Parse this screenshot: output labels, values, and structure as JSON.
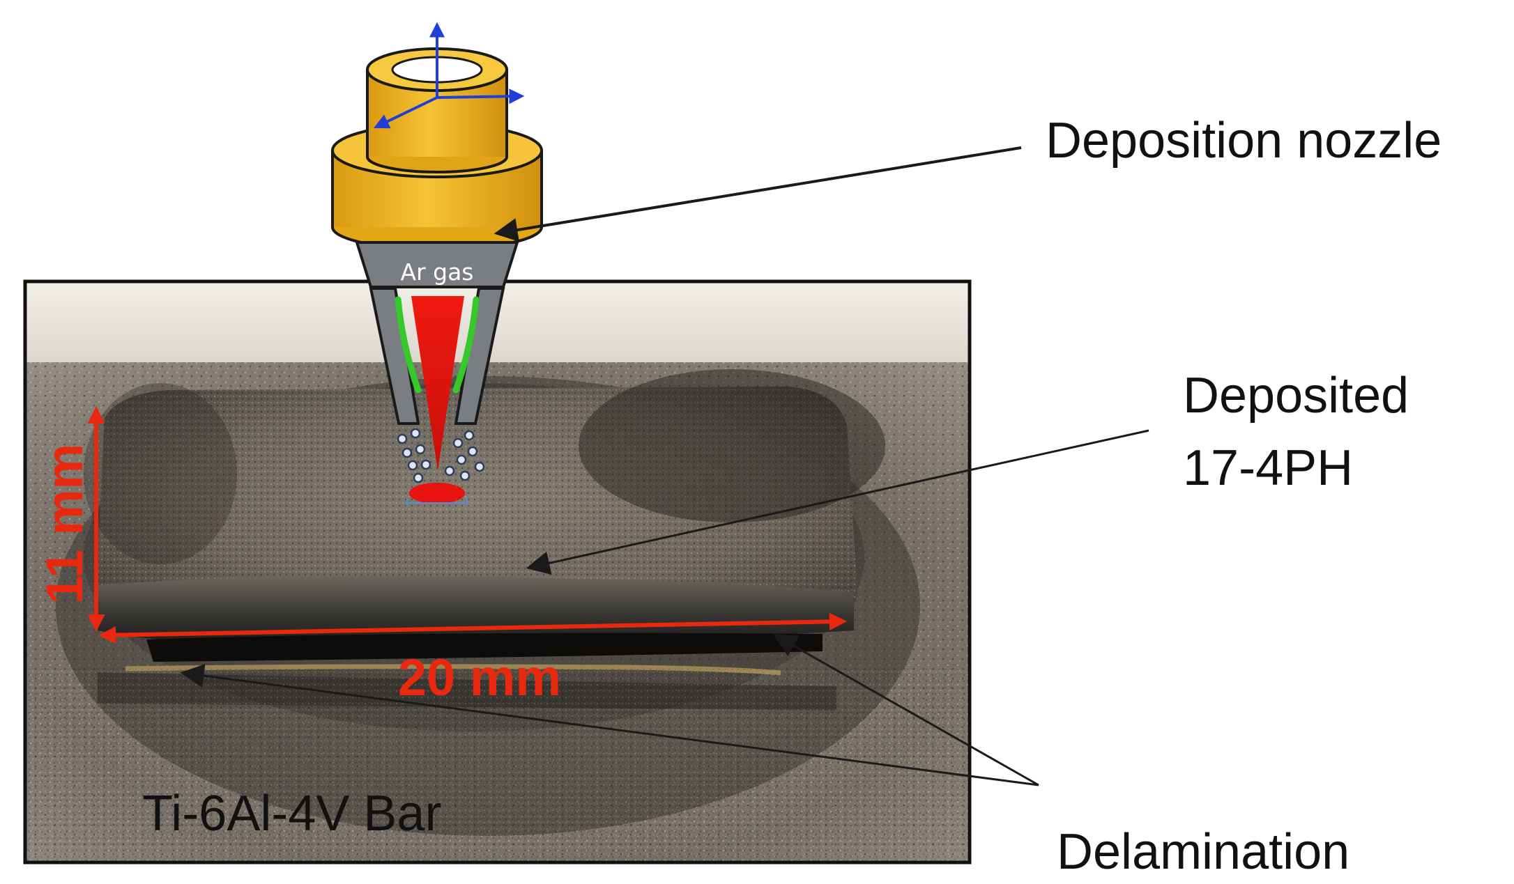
{
  "labels": {
    "nozzle": "Deposition nozzle",
    "deposited_line1": "Deposited",
    "deposited_line2": "17-4PH",
    "delamination": "Delamination",
    "substrate": "Ti-6Al-4V Bar",
    "gas": "Ar gas"
  },
  "dimensions": {
    "height": "11 mm",
    "width": "20 mm"
  },
  "colors": {
    "dimension": "#e8290f",
    "axis": "#1f3fd6",
    "nozzle_gold": "#f0b51a",
    "beam": "#e8130f",
    "powder_stream": "#35c92a",
    "nozzle_body": "#7a7d82",
    "callout": "#1a1a1a",
    "photo_frame": "#111111"
  },
  "icons": {
    "axes": "coordinate-axes-icon",
    "arrowhead": "arrowhead-icon"
  }
}
